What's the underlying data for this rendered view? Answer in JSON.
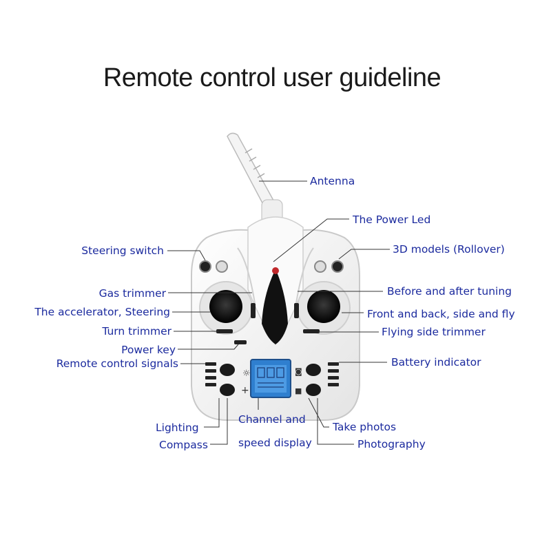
{
  "title": "Remote control user guideline",
  "labels": {
    "antenna": "Antenna",
    "power_led": "The Power Led",
    "steering_switch": "Steering switch",
    "models_3d": "3D models (Rollover)",
    "gas_trimmer": "Gas trimmer",
    "before_after_tuning": "Before and after tuning",
    "accelerator_steering": "The accelerator, Steering",
    "front_back_side_fly": "Front and back, side and fly",
    "turn_trimmer": "Turn trimmer",
    "flying_side_trimmer": "Flying side trimmer",
    "power_key": "Power key",
    "remote_control_signals": "Remote control signals",
    "battery_indicator": "Battery indicator",
    "lighting": "Lighting",
    "compass": "Compass",
    "channel_and": "Channel and",
    "speed_display": "speed display",
    "take_photos": "Take photos",
    "photography": "Photography"
  },
  "colors": {
    "label": "#1b2a9e",
    "leader": "#333333",
    "body": "#f2f2f2",
    "lcd": "#3a8ad6"
  }
}
